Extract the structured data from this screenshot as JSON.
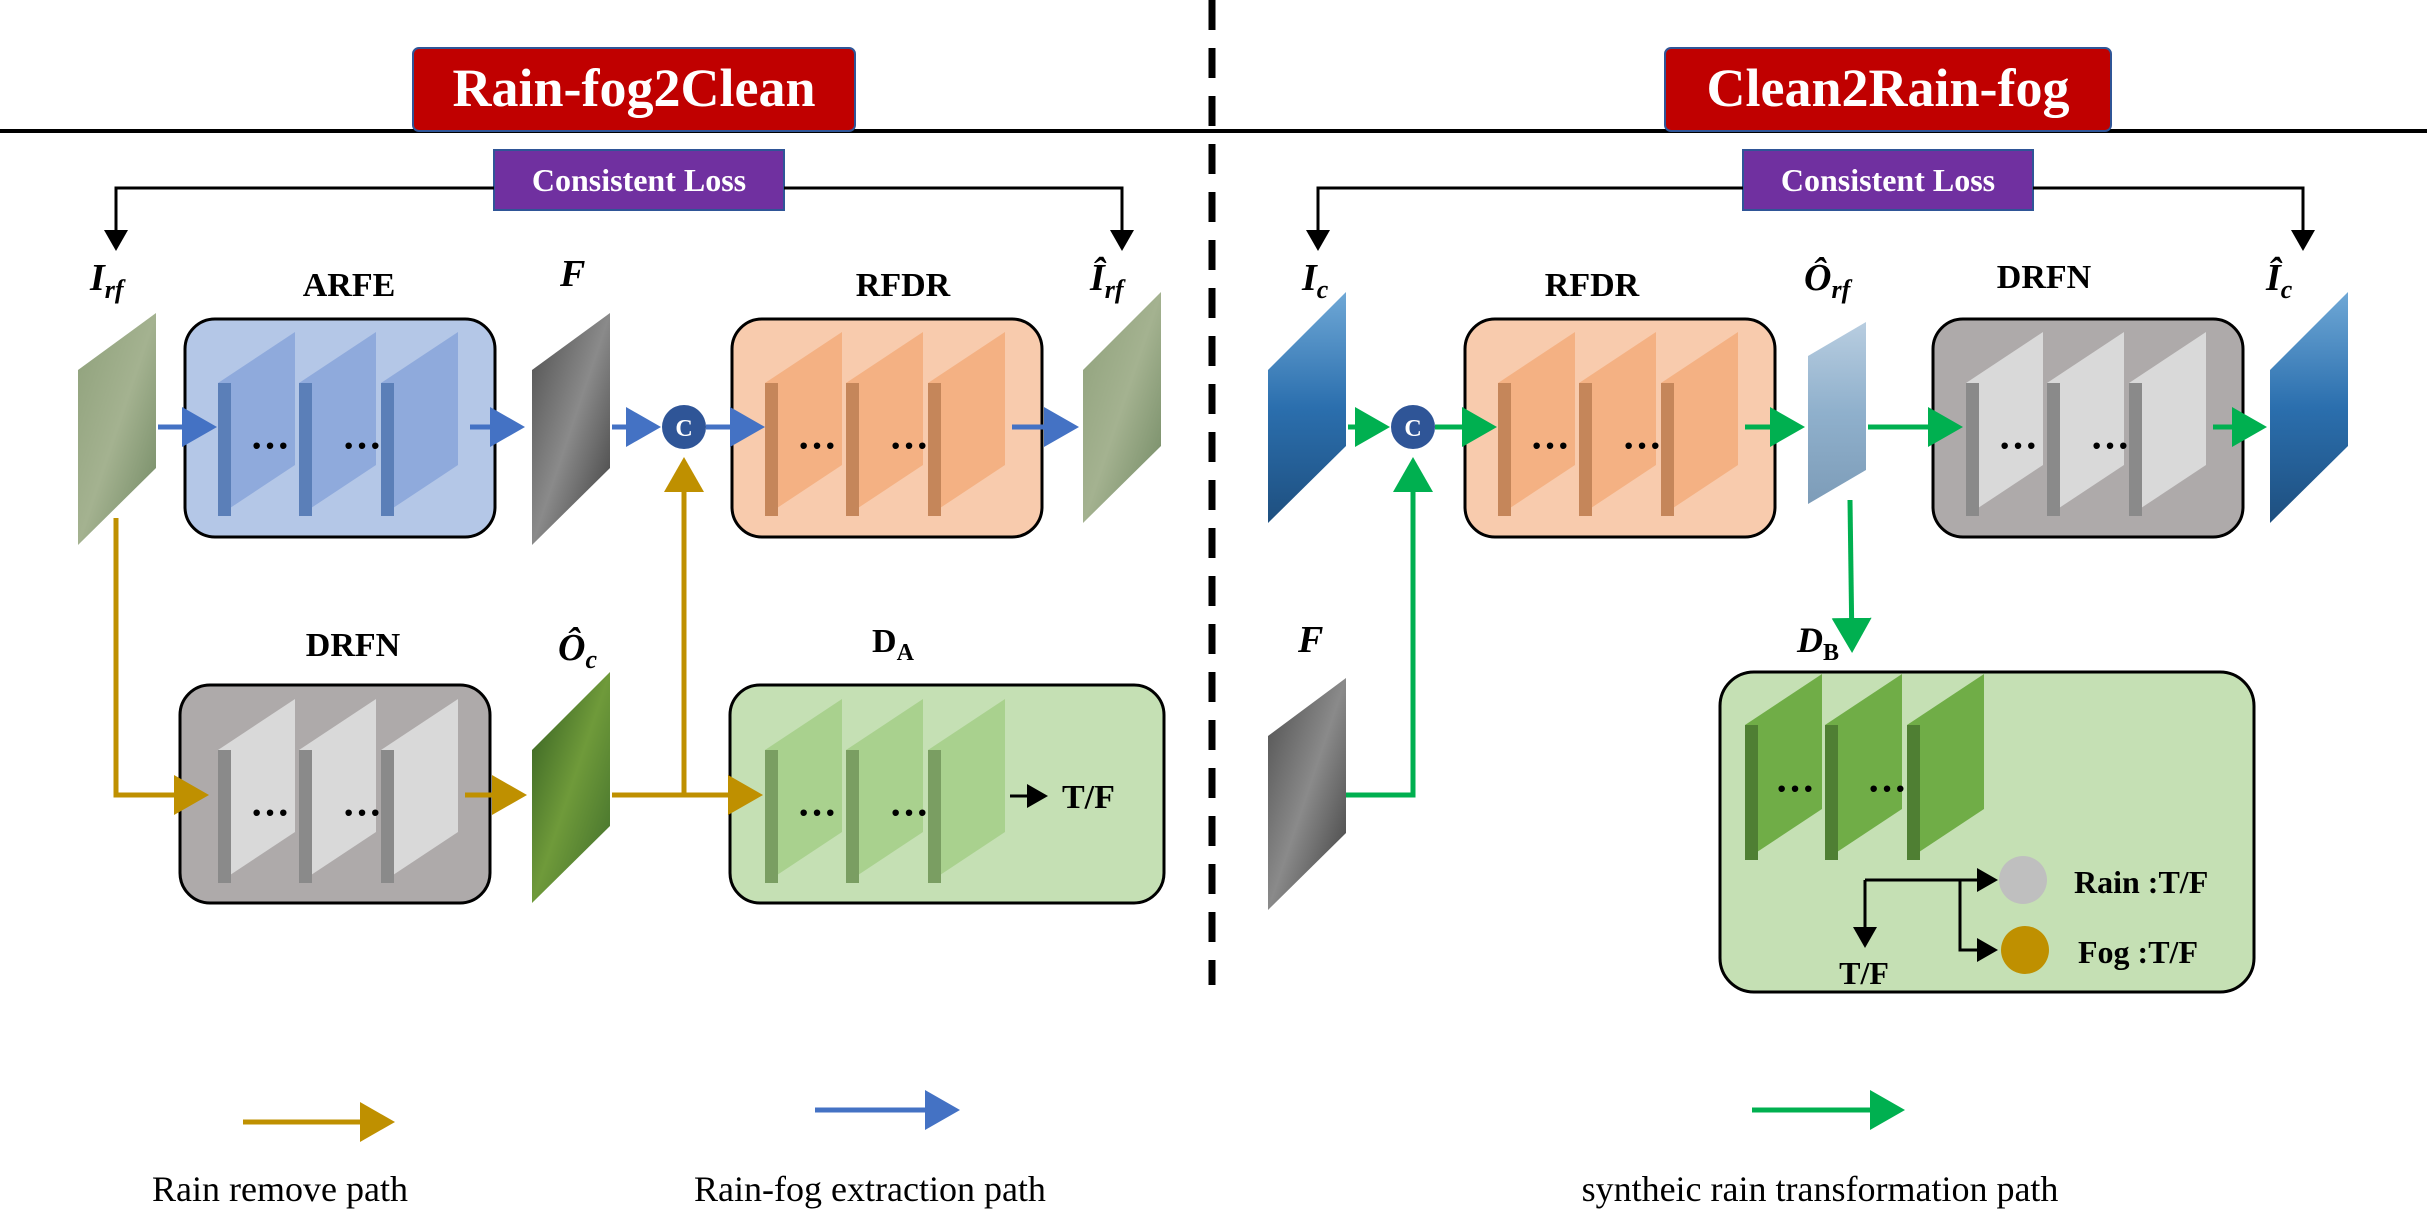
{
  "left_panel": {
    "title": "Rain-fog2Clean",
    "loss_label": "Consistent Loss",
    "input_label": "I",
    "input_sub": "rf",
    "feature_label": "F",
    "output_label": "Î",
    "output_sub": "rf",
    "clean_label": "Ô",
    "clean_sub": "c",
    "arfe": {
      "name": "ARFE",
      "dots1": "···",
      "dots2": "···"
    },
    "rfdr": {
      "name": "RFDR",
      "dots1": "···",
      "dots2": "···"
    },
    "drfn": {
      "name": "DRFN",
      "dots1": "···",
      "dots2": "···"
    },
    "da": {
      "name": "D",
      "sub": "A",
      "dots1": "···",
      "dots2": "···",
      "out": "T/F"
    },
    "concat": "C"
  },
  "right_panel": {
    "title": "Clean2Rain-fog",
    "loss_label": "Consistent Loss",
    "input_label": "I",
    "input_sub": "c",
    "feature_label": "F",
    "mid_label": "Ô",
    "mid_sub": "rf",
    "output_label": "Î",
    "output_sub": "c",
    "rfdr": {
      "name": "RFDR",
      "dots1": "···",
      "dots2": "···"
    },
    "drfn": {
      "name": "DRFN",
      "dots1": "···",
      "dots2": "···"
    },
    "db": {
      "name": "D",
      "sub": "B",
      "dots1": "···",
      "dots2": "···",
      "tf": "T/F",
      "rain": "Rain :T/F",
      "fog": "Fog :T/F"
    },
    "concat": "C"
  },
  "legend": {
    "rain_remove": "Rain remove path",
    "extraction": "Rain-fog extraction path",
    "synthetic": "syntheic rain transformation path"
  },
  "colors": {
    "title_bg": "#c00000",
    "loss_bg": "#7030a0",
    "blue_path": "#4472c4",
    "gold_path": "#bf9000",
    "green_path": "#00b050",
    "arfe_box": "#b4c7e7",
    "rfdr_box": "#f8cbad",
    "drfn_box": "#aeaaaa",
    "disc_box": "#c5e0b4",
    "concat": "#2f5597"
  }
}
